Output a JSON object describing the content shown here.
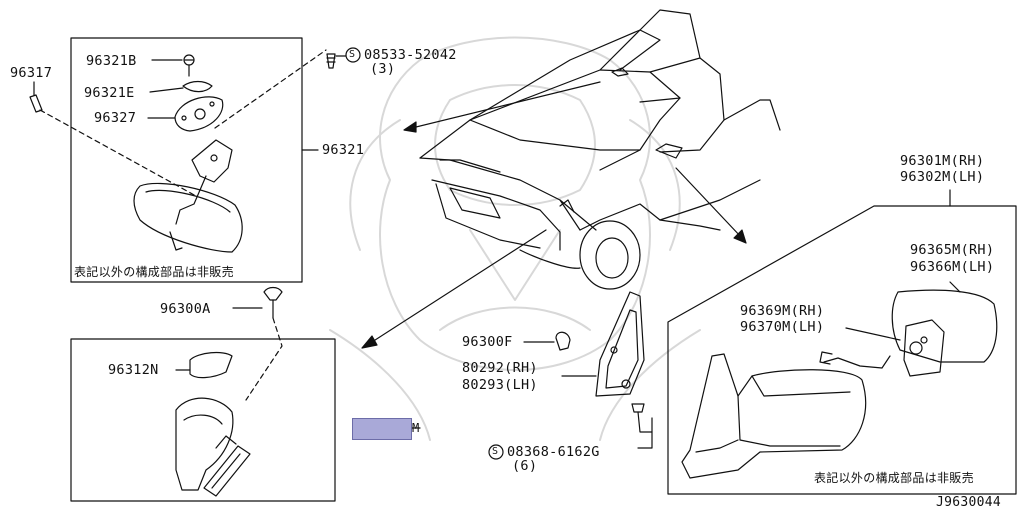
{
  "mirror_group": {
    "bolt": "96321B",
    "cover": "96321E",
    "base": "96327",
    "assy": "96321",
    "loose_pin": "96317",
    "screw_code": "08533-52042",
    "screw_qty": "(3)",
    "note": "表記以外の構成部品は非販売",
    "screw_symbol": "S"
  },
  "door_group": {
    "clip": "96300A",
    "cap": "96312N",
    "highlight_label": "M",
    "highlight_color": "#a9a9d8"
  },
  "corner_group": {
    "clip": "96300F",
    "trim_rh": "80292(RH)",
    "trim_lh": "80293(LH)",
    "bolt_code": "08368-6162G",
    "bolt_qty": "(6)",
    "bolt_symbol": "S"
  },
  "outer_mirror_group": {
    "assy_rh": "96301M(RH)",
    "assy_lh": "96302M(LH)",
    "glass_rh": "96365M(RH)",
    "glass_lh": "96366M(LH)",
    "actuator_rh": "96369M(RH)",
    "actuator_lh": "96370M(LH)",
    "note": "表記以外の構成部品は非販売"
  },
  "diagram_id": "J9630044"
}
